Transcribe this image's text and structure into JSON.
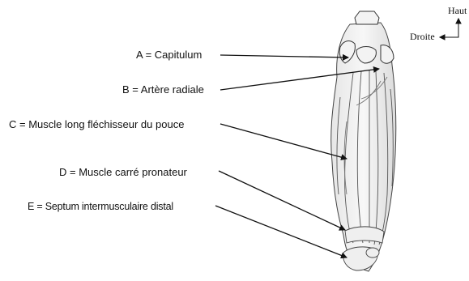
{
  "labels": {
    "A": "A = Capitulum",
    "B": "B = Artère radiale",
    "C": "C = Muscle long fléchisseur du pouce",
    "D": "D = Muscle carré pronateur",
    "E": "E = Septum intermusculaire distal"
  },
  "compass": {
    "up": "Haut",
    "right": "Droite"
  }
}
